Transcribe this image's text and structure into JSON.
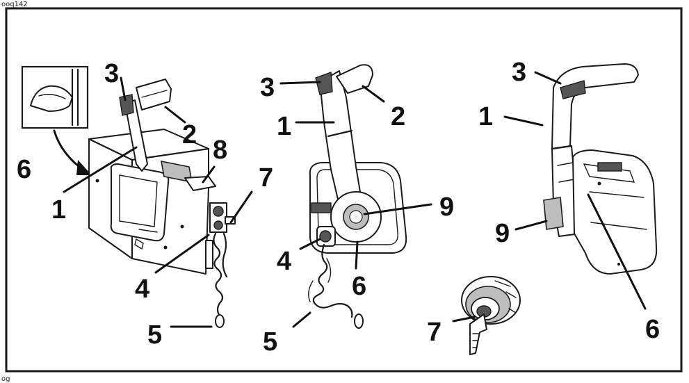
{
  "reference_top": "ooq142",
  "reference_bottom": "og",
  "callouts": {
    "left": [
      "1",
      "2",
      "3",
      "4",
      "5",
      "6",
      "7",
      "8"
    ],
    "center": [
      "1",
      "2",
      "3",
      "4",
      "5",
      "6",
      "9"
    ],
    "right": [
      "1",
      "3",
      "6",
      "7",
      "9"
    ]
  }
}
